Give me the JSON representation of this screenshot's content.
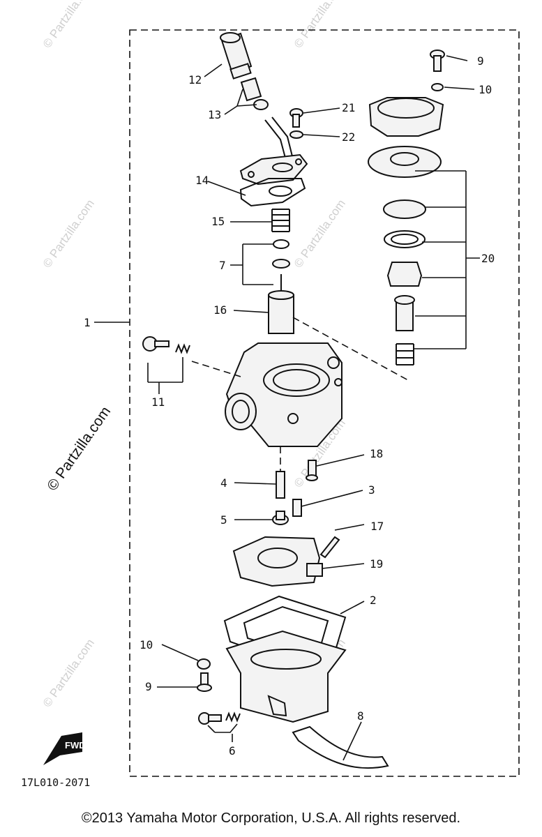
{
  "diagram": {
    "callouts": {
      "c1": "1",
      "c2": "2",
      "c3": "3",
      "c4": "4",
      "c5": "5",
      "c6": "6",
      "c7": "7",
      "c8": "8",
      "c9a": "9",
      "c9b": "9",
      "c10a": "10",
      "c10b": "10",
      "c11": "11",
      "c12": "12",
      "c13": "13",
      "c14": "14",
      "c15": "15",
      "c16": "16",
      "c17": "17",
      "c18": "18",
      "c19": "19",
      "c20": "20",
      "c21": "21",
      "c22": "22"
    },
    "drawing_code": "17L010-2071",
    "watermark": "© Partzilla.com",
    "fwd_label": "FWD"
  },
  "footer": {
    "copyright": "©2013 Yamaha Motor Corporation, U.S.A. All rights reserved."
  }
}
